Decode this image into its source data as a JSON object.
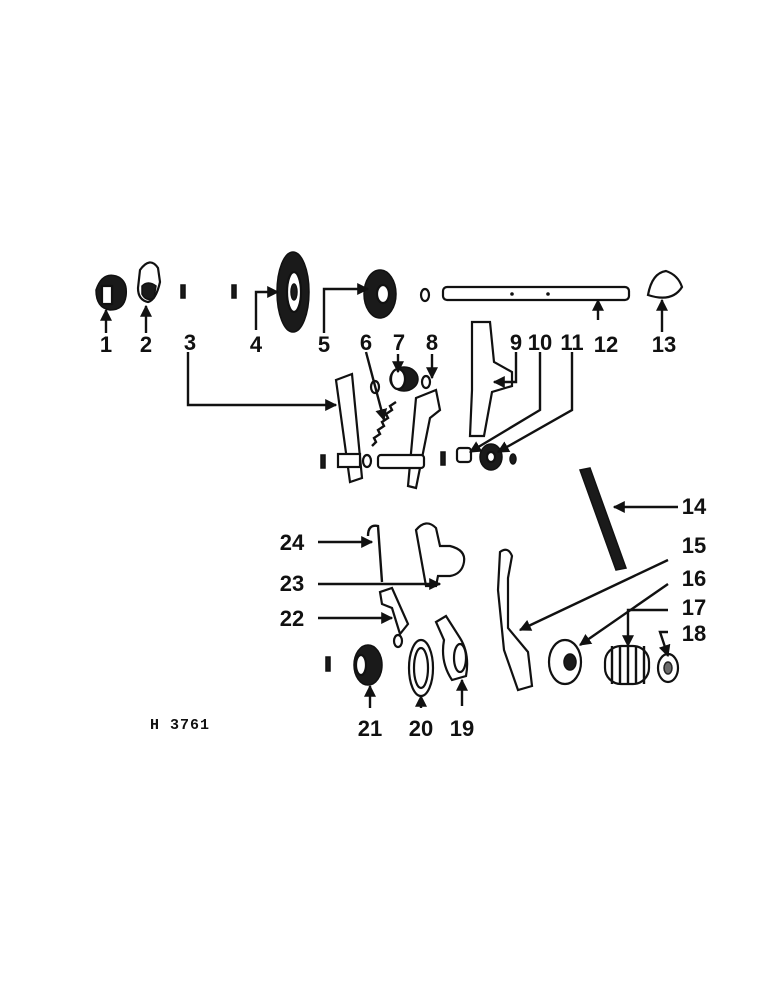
{
  "figure_code": "H 3761",
  "callouts": [
    "1",
    "2",
    "3",
    "4",
    "5",
    "6",
    "7",
    "8",
    "9",
    "10",
    "11",
    "12",
    "13",
    "14",
    "15",
    "16",
    "17",
    "18",
    "19",
    "20",
    "21",
    "22",
    "23",
    "24"
  ]
}
